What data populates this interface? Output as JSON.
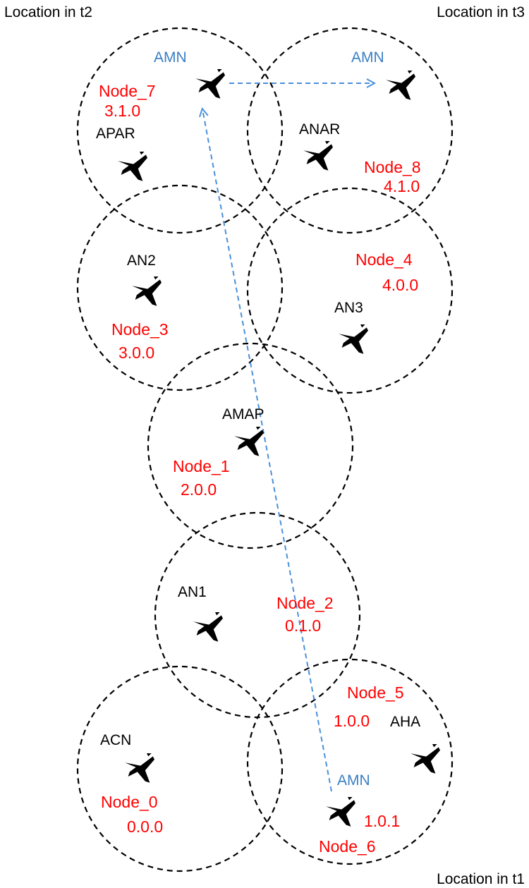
{
  "locations": {
    "t2": "Location in t2",
    "t3": "Location in t3",
    "t1": "Location in t1"
  },
  "aircraft": {
    "amn_t2": "AMN",
    "amn_t3": "AMN",
    "amn_t1": "AMN",
    "apar": "APAR",
    "anar": "ANAR",
    "an2": "AN2",
    "an3": "AN3",
    "amap": "AMAP",
    "an1": "AN1",
    "acn": "ACN",
    "aha": "AHA"
  },
  "nodes": {
    "node_7": {
      "name": "Node_7",
      "address": "3.1.0"
    },
    "node_8": {
      "name": "Node_8",
      "address": "4.1.0"
    },
    "node_3": {
      "name": "Node_3",
      "address": "3.0.0"
    },
    "node_4": {
      "name": "Node_4",
      "address": "4.0.0"
    },
    "node_1": {
      "name": "Node_1",
      "address": "2.0.0"
    },
    "node_2": {
      "name": "Node_2",
      "address": "0.1.0"
    },
    "node_0": {
      "name": "Node_0",
      "address": "0.0.0"
    },
    "node_5": {
      "name": "Node_5",
      "address": "1.0.0"
    },
    "node_6": {
      "name": "Node_6",
      "address": "1.0.1"
    }
  },
  "colors": {
    "node_text": "#ff0000",
    "mobile_text": "#3a7fc4",
    "movement_arrow": "#4a90d9",
    "zone_stroke": "#000000"
  },
  "icons": {
    "aircraft": "airplane-icon",
    "movement": "dashed-arrow"
  }
}
